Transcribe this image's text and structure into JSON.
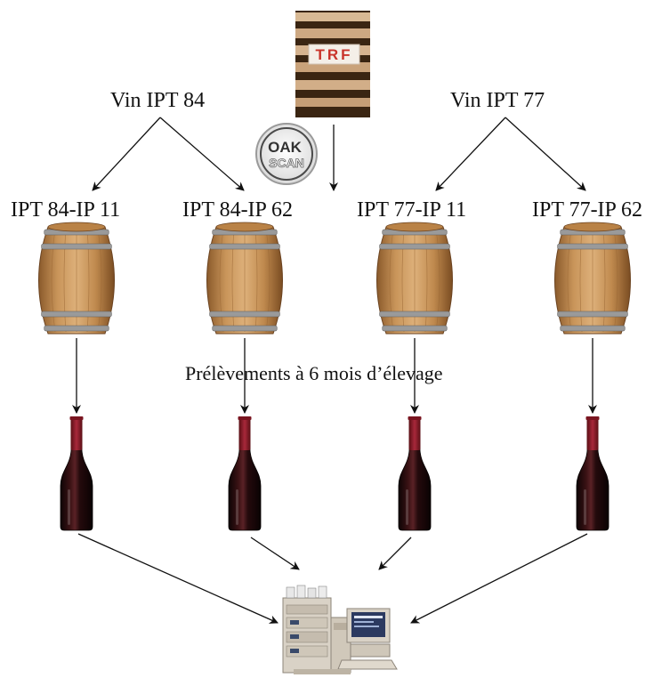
{
  "wines": [
    {
      "label": "Vin IPT 84"
    },
    {
      "label": "Vin IPT 77"
    }
  ],
  "trf_logo": {
    "text": "TRF",
    "colors": [
      "#c9342b",
      "#ffffff"
    ]
  },
  "oakscan_logo": {
    "line1": "OAK",
    "line2": "SCAN"
  },
  "barrels": [
    {
      "label": "IPT 84-IP 11"
    },
    {
      "label": "IPT 84-IP 62"
    },
    {
      "label": "IPT 77-IP 11"
    },
    {
      "label": "IPT 77-IP 62"
    }
  ],
  "sampling_caption": "Prélèvements à 6 mois d’élevage",
  "bottles": [
    {
      "icon": "wine-bottle-icon"
    },
    {
      "icon": "wine-bottle-icon"
    },
    {
      "icon": "wine-bottle-icon"
    },
    {
      "icon": "wine-bottle-icon"
    }
  ],
  "analysis_icon": "lab-instrument-icon",
  "colors": {
    "barrel_wood": "#c08a4e",
    "barrel_hoop": "#8a8a8a",
    "bottle_glass": "#1c0b0c",
    "bottle_capsule": "#8c1b24",
    "arrow": "#111111"
  }
}
